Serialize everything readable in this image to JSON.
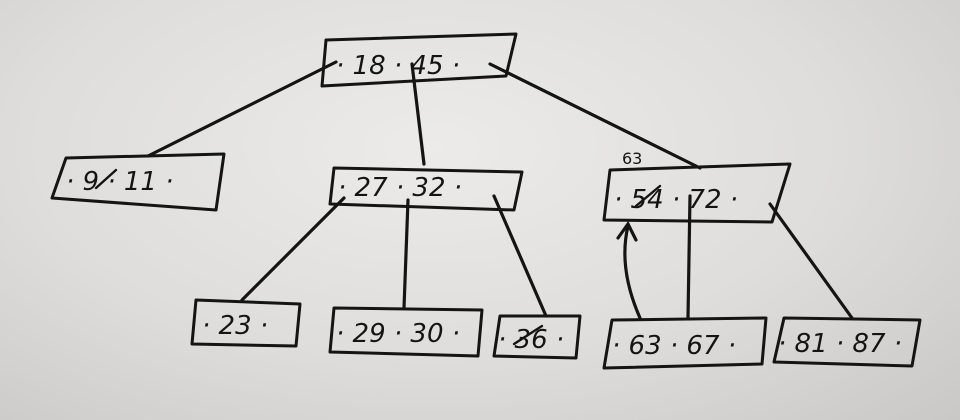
{
  "tree": {
    "root": {
      "text": "· 18 · 45 ·"
    },
    "internal": [
      {
        "text": "· 27 · 32 ·"
      },
      {
        "text": "· 54 · 72 ·",
        "annotation": "63"
      }
    ],
    "leaves": [
      {
        "text": "· 9 · 11 ·"
      },
      {
        "text": "· 23 ·"
      },
      {
        "text": "· 29 · 30 ·"
      },
      {
        "text": "· 36 ·"
      },
      {
        "text": "· 63 · 67 ·"
      },
      {
        "text": "· 81 · 87 ·"
      }
    ]
  }
}
